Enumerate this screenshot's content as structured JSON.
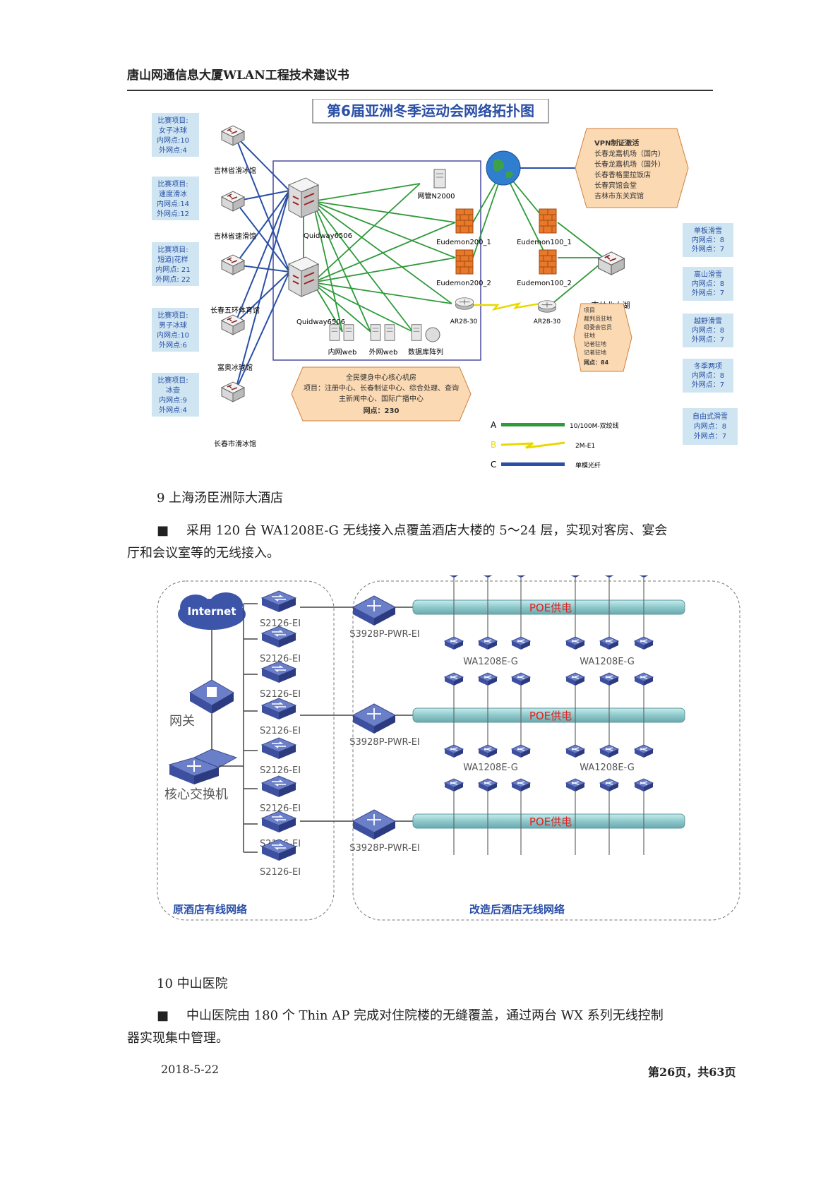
{
  "header": {
    "title": "唐山网通信息大厦WLAN工程技术建议书"
  },
  "figure1": {
    "title": "第6届亚洲冬季运动会网络拓扑图",
    "venues": [
      {
        "lines": [
          "比赛项目:",
          "女子冰球",
          "内网点:10",
          "外网点:4"
        ],
        "site": "吉林省滑冰馆"
      },
      {
        "lines": [
          "比赛项目:",
          "速度滑冰",
          "内网点:14",
          "外网点:12"
        ],
        "site": "吉林省速滑馆"
      },
      {
        "lines": [
          "比赛项目:",
          "短道|花样",
          "内网点: 21",
          "外网点: 22"
        ],
        "site": "长春五环体育馆"
      },
      {
        "lines": [
          "比赛项目:",
          "男子冰球",
          "内网点:10",
          "外网点:6"
        ],
        "site": "富奥冰球馆"
      },
      {
        "lines": [
          "比赛项目:",
          "冰壶",
          "内网点:9",
          "外网点:4"
        ],
        "site": "长春市滑冰馆"
      }
    ],
    "core": {
      "sw1": "Quidway6506",
      "sw2": "Quidway6506",
      "nms": "网管N2000",
      "fw1": "Eudemon200_1",
      "fw2": "Eudemon200_2",
      "router": "AR28-30",
      "servers": [
        "内网web",
        "外网web",
        "数据库阵列"
      ]
    },
    "remote": {
      "fw1": "Eudemon100_1",
      "fw2": "Eudemon100_2",
      "router": "AR28-30",
      "site": "吉林北大湖"
    },
    "vpn": [
      "VPN制证激活",
      "长春龙嘉机场（国内）",
      "长春龙嘉机场（国外）",
      "长春香格里拉饭店",
      "长春宾馆会堂",
      "吉林市东关宾馆"
    ],
    "items_box": [
      "项目",
      "裁判员驻地",
      "组委会官员",
      "驻地",
      "记者驻地",
      "记者驻地",
      "网点：84"
    ],
    "center": {
      "lines": [
        "全民健身中心核心机房",
        "项目：注册中心、长春制证中心、综合处理、查询",
        "主新闻中心、国际广播中心"
      ],
      "points": "网点：230"
    },
    "right_boxes": [
      [
        "单板滑雪",
        "内网点：8",
        "外网点：7"
      ],
      [
        "高山滑雪",
        "内网点：8",
        "外网点：7"
      ],
      [
        "越野滑雪",
        "内网点：8",
        "外网点：7"
      ],
      [
        "冬季两项",
        "内网点：8",
        "外网点：7"
      ],
      [
        "自由式滑雪",
        "内网点：8",
        "外网点：7"
      ]
    ],
    "legend": [
      {
        "key": "A",
        "text": "10/100M-双绞线",
        "color": "#2e9a3a"
      },
      {
        "key": "B",
        "text": "2M-E1",
        "color": "#e8d800"
      },
      {
        "key": "C",
        "text": "单模光纤",
        "color": "#2a4fa6"
      }
    ]
  },
  "section9": {
    "title": "9 上海汤臣洲际大酒店",
    "bullet": "■",
    "para_line1": "采用 120 台 WA1208E-G 无线接入点覆盖酒店大楼的 5～24 层，实现对客房、宴会",
    "para_line2": "厅和会议室等的无线接入。"
  },
  "figure2": {
    "internet": "Internet",
    "gateway": "网关",
    "core_switch": "核心交换机",
    "access_switch": "S2126-EI",
    "agg_switch": "S3928P-PWR-EI",
    "ap_model": "WA1208E-G",
    "poe": "POE供电",
    "left_caption": "原酒店有线网络",
    "right_caption": "改造后酒店无线网络"
  },
  "section10": {
    "title": "10 中山医院",
    "bullet": "■",
    "para_line1": "中山医院由 180 个 Thin AP 完成对住院楼的无缝覆盖，通过两台 WX 系列无线控制",
    "para_line2": "器实现集中管理。"
  },
  "footer": {
    "date": "2018-5-22",
    "page": "第26页，共63页"
  },
  "colors": {
    "accent_blue": "#2a4fa6",
    "green_link": "#2e9a3a",
    "orange": "#e8782a",
    "poe_red": "#e02020"
  }
}
